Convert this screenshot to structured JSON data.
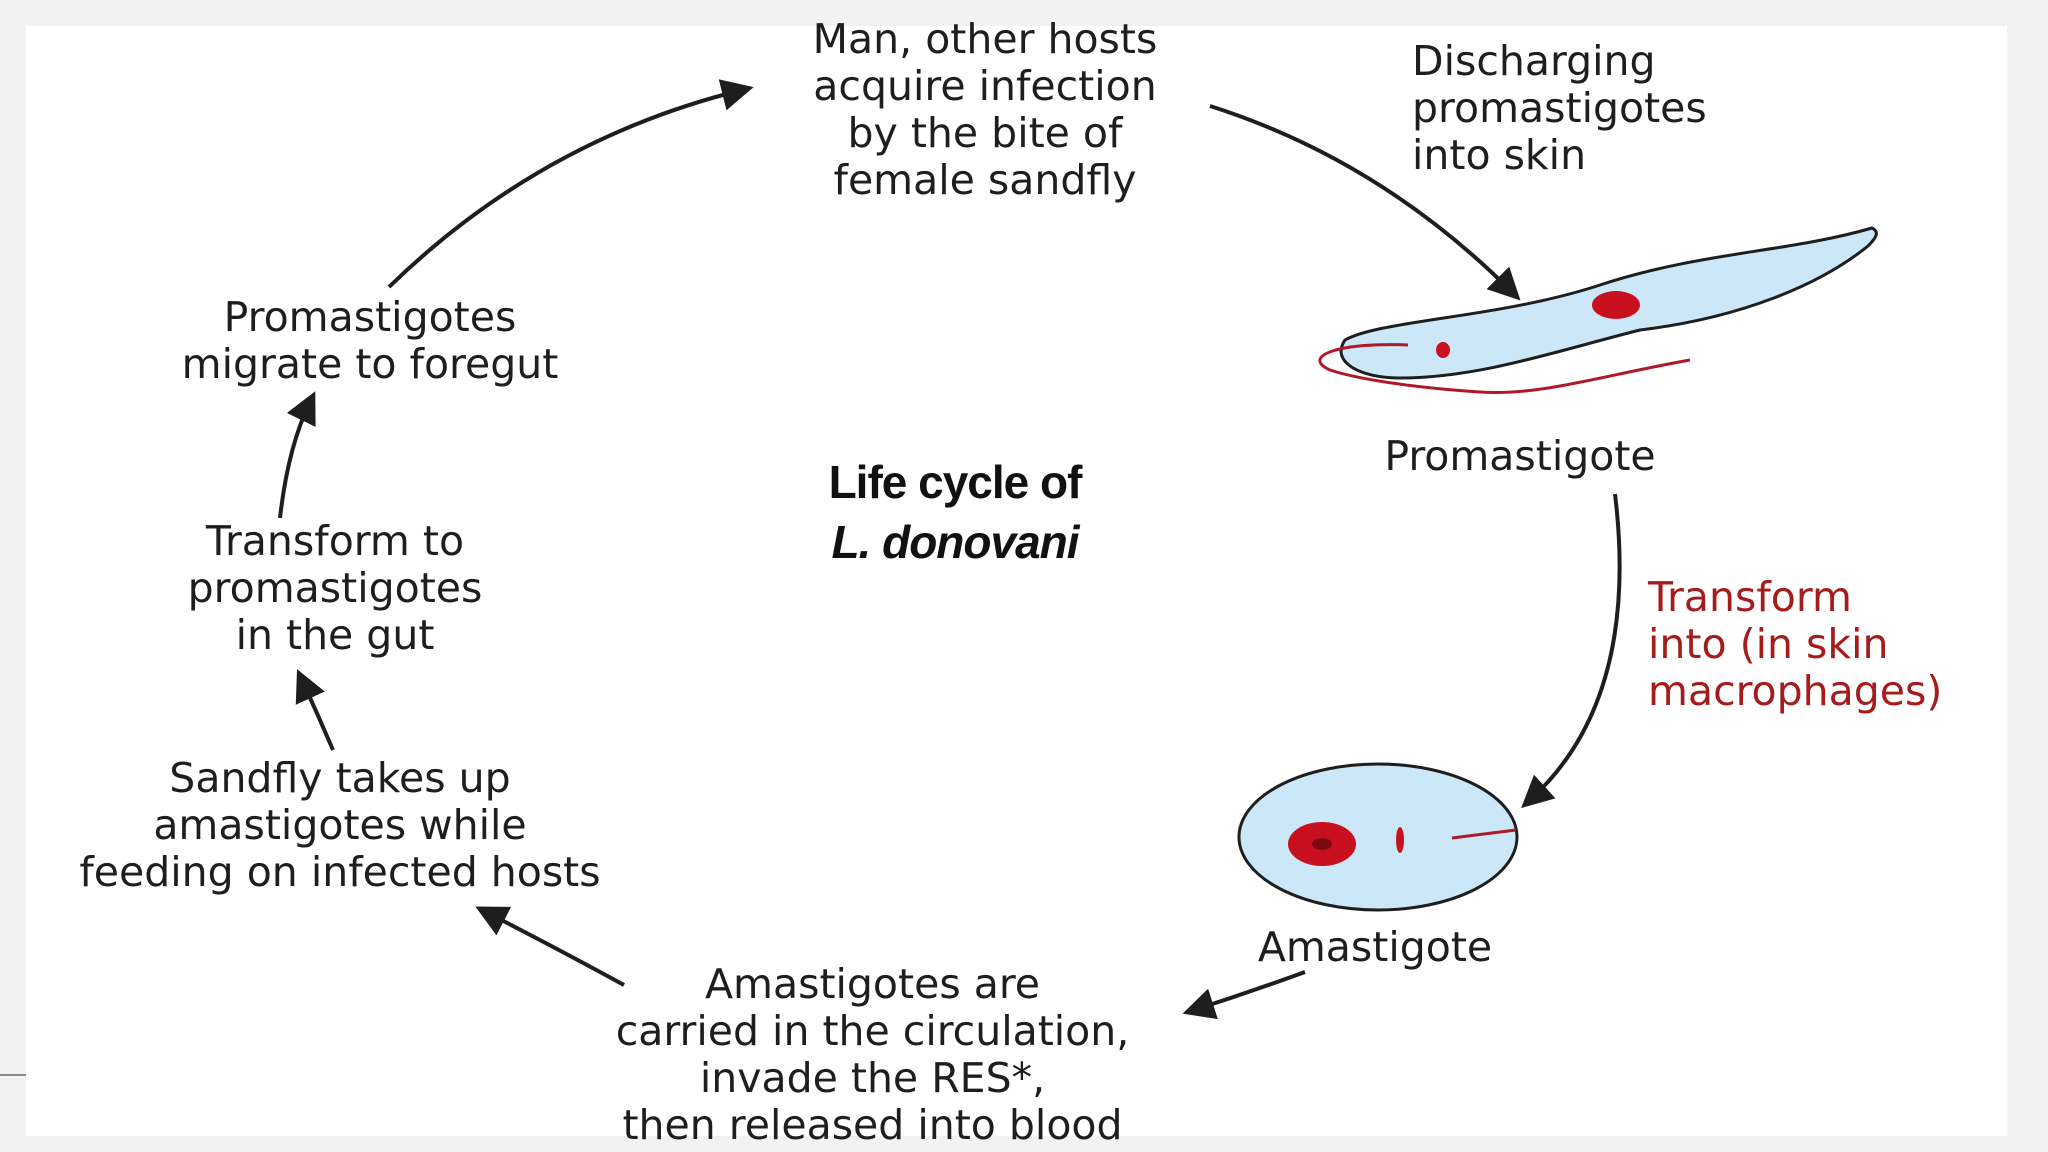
{
  "title": {
    "line1": "Life cycle of",
    "line2": "L. donovani"
  },
  "stages": {
    "infection": [
      "Man, other hosts",
      "acquire infection",
      "by the bite of",
      "female sandfly"
    ],
    "discharging": [
      "Discharging",
      "promastigotes",
      "into skin"
    ],
    "promastigote_label": "Promastigote",
    "transform_skin": [
      "Transform",
      "into (in skin",
      "macrophages)"
    ],
    "amastigote_label": "Amastigote",
    "circulation": [
      "Amastigotes are",
      "carried in the circulation,",
      "invade the RES*,",
      "then released into blood"
    ],
    "sandfly_uptake": [
      "Sandfly takes up",
      "amastigotes while",
      "feeding on infected hosts"
    ],
    "transform_gut": [
      "Transform to",
      "promastigotes",
      "in the gut"
    ],
    "migrate": [
      "Promastigotes",
      "migrate to foregut"
    ]
  },
  "colors": {
    "text": "#1e1e1e",
    "accent_red": "#a51c1c",
    "cell_fill": "#cce7f7",
    "nucleus": "#c8101e",
    "arrow": "#1e1e1e"
  }
}
